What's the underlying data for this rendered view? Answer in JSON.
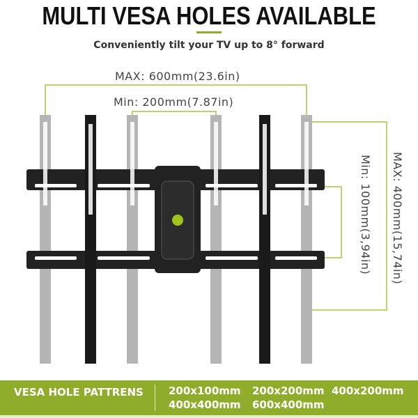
{
  "title": "MULTI VESA HOLES AVAILABLE",
  "subtitle": "Conveniently tilt your TV up to 8° forward",
  "dimensions": {
    "max_width": "MAX:  600mm(23.6in)",
    "min_width": "Min:  200mm(7.87in)",
    "min_height": "Min:  100mm(3,94in)",
    "max_height": "MAX:  400mm(15,74in)"
  },
  "banner": {
    "label": "VESA HOLE PATTRENS",
    "patterns": [
      "200x100mm",
      "200x200mm",
      "400x200mm",
      "400x400mm",
      "600x400mm"
    ]
  },
  "colors": {
    "accent": "#8fac2a",
    "line": "#a8c040"
  }
}
